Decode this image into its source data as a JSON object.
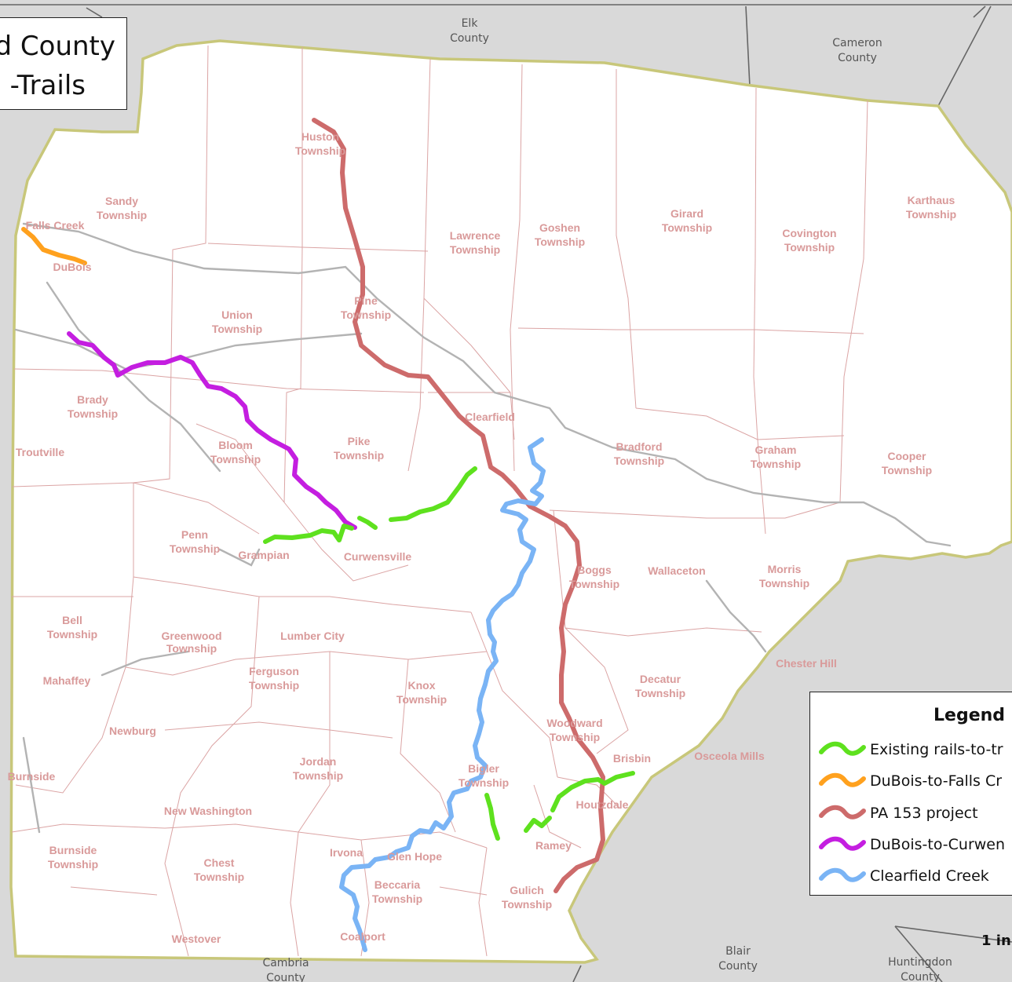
{
  "title": {
    "line1": "d County",
    "line2": "-Trails"
  },
  "neighbor_counties": {
    "elk": [
      "Elk",
      "County"
    ],
    "cameron": [
      "Cameron",
      "County"
    ],
    "cambria": [
      "Cambria",
      "County"
    ],
    "blair": [
      "Blair",
      "County"
    ],
    "huntingdon": [
      "Huntingdon",
      "County"
    ]
  },
  "places": {
    "huston": [
      "Huston",
      "Township"
    ],
    "sandy": [
      "Sandy",
      "Township"
    ],
    "falls_creek": [
      "Falls Creek"
    ],
    "dubois": [
      "DuBois"
    ],
    "lawrence": [
      "Lawrence",
      "Township"
    ],
    "goshen": [
      "Goshen",
      "Township"
    ],
    "girard": [
      "Girard",
      "Township"
    ],
    "covington": [
      "Covington",
      "Township"
    ],
    "karthaus": [
      "Karthaus",
      "Township"
    ],
    "union": [
      "Union",
      "Township"
    ],
    "pine": [
      "Pine",
      "Township"
    ],
    "brady": [
      "Brady",
      "Township"
    ],
    "troutville": [
      "Troutville"
    ],
    "bloom": [
      "Bloom",
      "Township"
    ],
    "pike": [
      "Pike",
      "Township"
    ],
    "clearfield": [
      "Clearfield"
    ],
    "bradford": [
      "Bradford",
      "Township"
    ],
    "graham": [
      "Graham",
      "Township"
    ],
    "cooper": [
      "Cooper",
      "Township"
    ],
    "penn": [
      "Penn",
      "Township"
    ],
    "grampian": [
      "Grampian"
    ],
    "curwensville": [
      "Curwensville"
    ],
    "boggs": [
      "Boggs",
      "Township"
    ],
    "wallaceton": [
      "Wallaceton"
    ],
    "morris": [
      "Morris",
      "Township"
    ],
    "bell": [
      "Bell",
      "Township"
    ],
    "greenwood": [
      "Greenwood",
      "Township"
    ],
    "lumber_city": [
      "Lumber City"
    ],
    "chester_hill": [
      "Chester Hill"
    ],
    "mahaffey": [
      "Mahaffey"
    ],
    "ferguson": [
      "Ferguson",
      "Township"
    ],
    "knox": [
      "Knox",
      "Township"
    ],
    "decatur": [
      "Decatur",
      "Township"
    ],
    "newburg": [
      "Newburg"
    ],
    "woodward": [
      "Woodward",
      "Township"
    ],
    "brisbin": [
      "Brisbin"
    ],
    "osceola_mills": [
      "Osceola Mills"
    ],
    "burnside_boro": [
      "Burnside"
    ],
    "jordan": [
      "Jordan",
      "Township"
    ],
    "bigler": [
      "Bigler",
      "Township"
    ],
    "houtzdale": [
      "Houtzdale"
    ],
    "new_washington": [
      "New Washington"
    ],
    "ramey": [
      "Ramey"
    ],
    "burnside_twp": [
      "Burnside",
      "Township"
    ],
    "chest": [
      "Chest",
      "Township"
    ],
    "irvona": [
      "Irvona"
    ],
    "glen_hope": [
      "Glen Hope"
    ],
    "beccaria": [
      "Beccaria",
      "Township"
    ],
    "gulich": [
      "Gulich",
      "Township"
    ],
    "westover": [
      "Westover"
    ],
    "coalport": [
      "Coalport"
    ]
  },
  "legend": {
    "title": "Legend",
    "items": [
      {
        "label": "Existing rails-to-tr",
        "color": "#5ee11e"
      },
      {
        "label": "DuBois-to-Falls Cr",
        "color": "#ffa11e"
      },
      {
        "label": "PA 153 project",
        "color": "#cd6b6b"
      },
      {
        "label": "DuBois-to-Curwen",
        "color": "#c41ee0"
      },
      {
        "label": "Clearfield Creek",
        "color": "#7ab4f5"
      }
    ]
  },
  "scale": "1 in",
  "colors": {
    "county_fill": "#ffffff",
    "county_border": "#c8c77a",
    "township_line": "#dba4a4",
    "road": "#b3b3b3",
    "outside": "#d9d9d9"
  }
}
